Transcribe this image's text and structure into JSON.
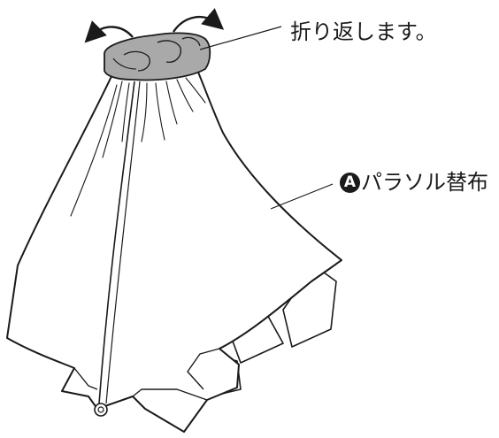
{
  "labels": {
    "fold": "折り返します。",
    "part_letter": "A",
    "part_name": "パラソル替布"
  },
  "colors": {
    "line": "#1a1a1a",
    "cloth": "#ffffff",
    "fold_band": "#a9a9a9"
  }
}
